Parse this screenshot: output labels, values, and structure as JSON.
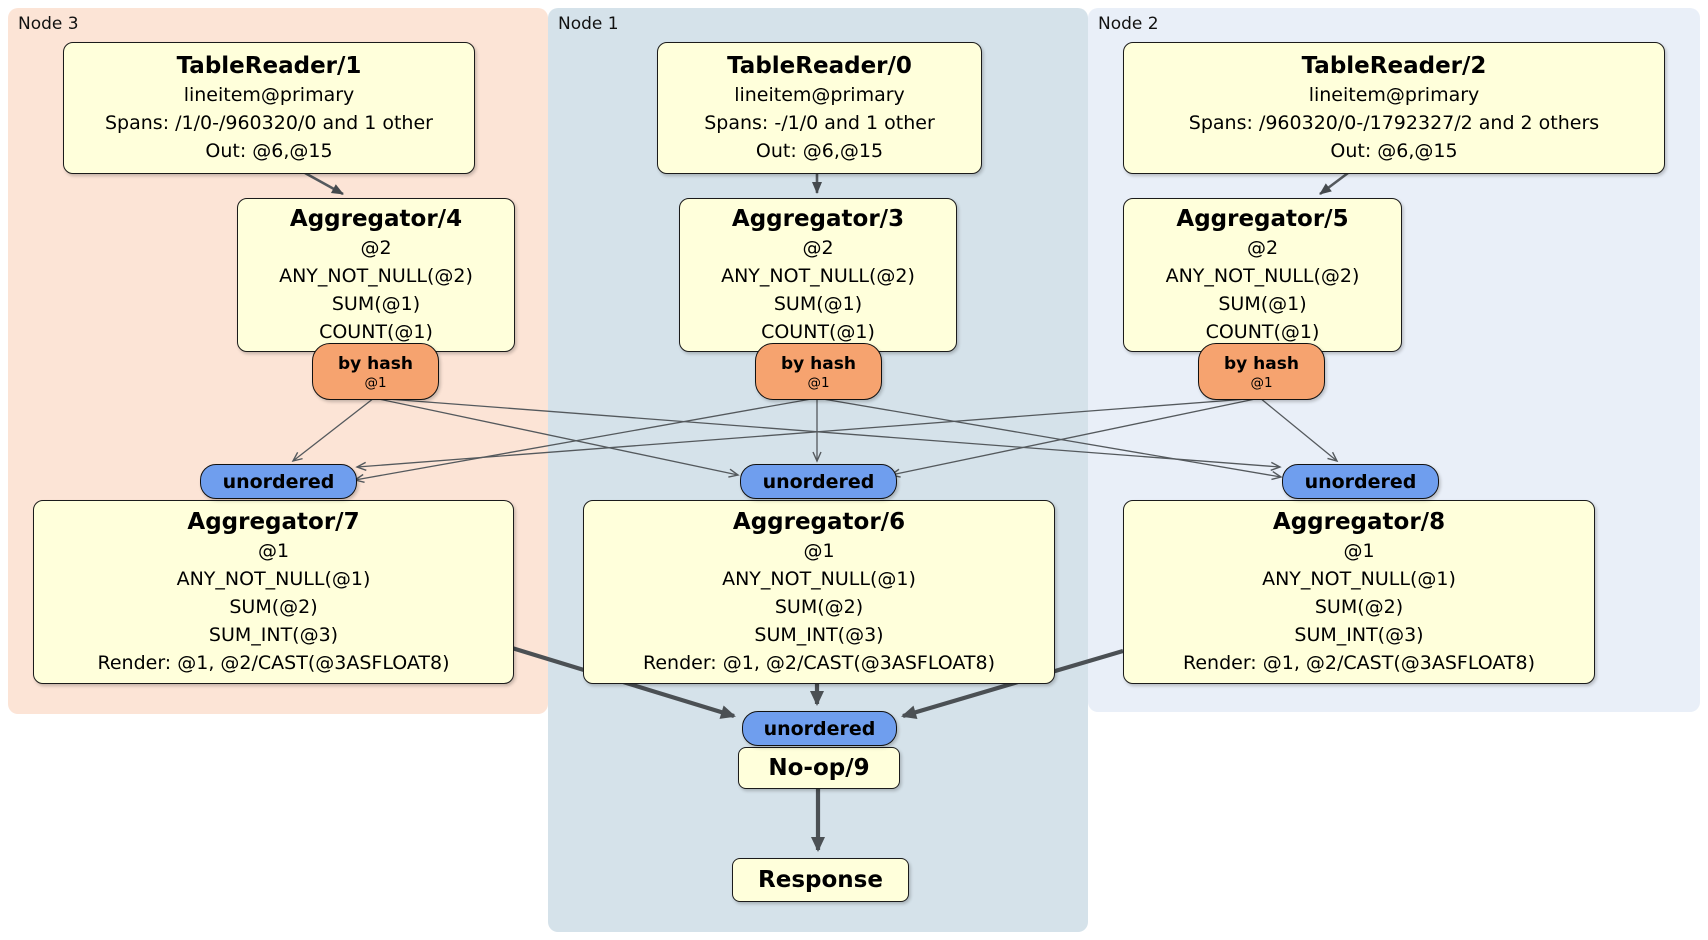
{
  "regions": {
    "node3": {
      "label": "Node 3"
    },
    "node1": {
      "label": "Node 1"
    },
    "node2": {
      "label": "Node 2"
    }
  },
  "processors": {
    "tr1": {
      "title": "TableReader/1",
      "lines": [
        "lineitem@primary",
        "Spans: /1/0-/960320/0 and 1 other",
        "Out: @6,@15"
      ]
    },
    "tr0": {
      "title": "TableReader/0",
      "lines": [
        "lineitem@primary",
        "Spans: -/1/0 and 1 other",
        "Out: @6,@15"
      ]
    },
    "tr2": {
      "title": "TableReader/2",
      "lines": [
        "lineitem@primary",
        "Spans: /960320/0-/1792327/2 and 2 others",
        "Out: @6,@15"
      ]
    },
    "agg4": {
      "title": "Aggregator/4",
      "lines": [
        "@2",
        "ANY_NOT_NULL(@2)",
        "SUM(@1)",
        "COUNT(@1)"
      ]
    },
    "agg3": {
      "title": "Aggregator/3",
      "lines": [
        "@2",
        "ANY_NOT_NULL(@2)",
        "SUM(@1)",
        "COUNT(@1)"
      ]
    },
    "agg5": {
      "title": "Aggregator/5",
      "lines": [
        "@2",
        "ANY_NOT_NULL(@2)",
        "SUM(@1)",
        "COUNT(@1)"
      ]
    },
    "agg7": {
      "title": "Aggregator/7",
      "lines": [
        "@1",
        "ANY_NOT_NULL(@1)",
        "SUM(@2)",
        "SUM_INT(@3)",
        "Render: @1, @2/CAST(@3ASFLOAT8)"
      ]
    },
    "agg6": {
      "title": "Aggregator/6",
      "lines": [
        "@1",
        "ANY_NOT_NULL(@1)",
        "SUM(@2)",
        "SUM_INT(@3)",
        "Render: @1, @2/CAST(@3ASFLOAT8)"
      ]
    },
    "agg8": {
      "title": "Aggregator/8",
      "lines": [
        "@1",
        "ANY_NOT_NULL(@1)",
        "SUM(@2)",
        "SUM_INT(@3)",
        "Render: @1, @2/CAST(@3ASFLOAT8)"
      ]
    },
    "noop": {
      "title": "No-op/9"
    },
    "response": {
      "title": "Response"
    }
  },
  "routers": {
    "by_hash": {
      "label": "by hash",
      "detail": "@1"
    },
    "unordered": {
      "label": "unordered"
    }
  },
  "colors": {
    "node3_bg": "#fce4d6",
    "node1_bg": "#d5e2ea",
    "node2_bg": "#e9eff8",
    "box_bg": "#ffffdb",
    "box_border": "#1b1b1b",
    "router_bg": "#f6a36f",
    "sync_bg": "#6f9eee",
    "edge_color": "#54595d",
    "edge_thick": "#4b5054"
  }
}
